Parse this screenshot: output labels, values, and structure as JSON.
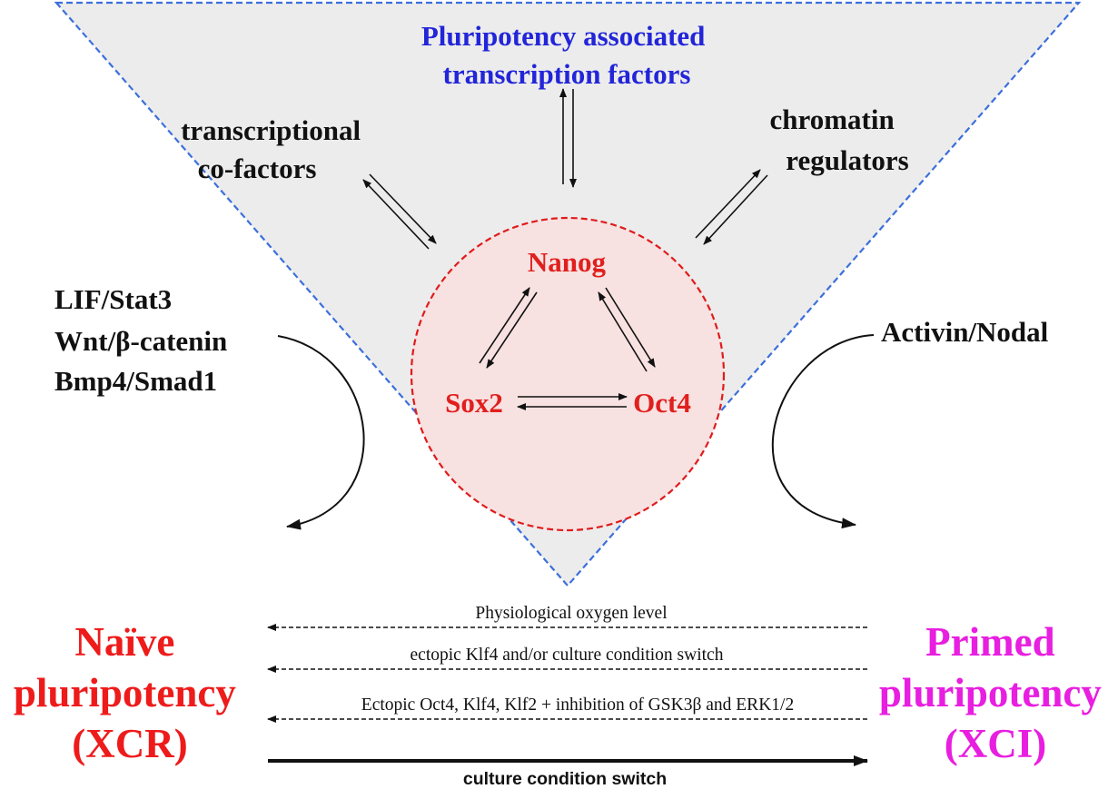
{
  "colors": {
    "triangle_fill": "#ececec",
    "triangle_border": "#3c6fdc",
    "circle_fill": "#f8e1e1",
    "circle_border": "#e01b1b",
    "core_text": "#e0201e",
    "pluripotency_title": "#2225d8",
    "primed": "#e81ee0",
    "naive": "#ee1b1b",
    "black": "#111111"
  },
  "triangle": {
    "pluripotency_factors": [
      "Pluripotency associated",
      "transcription factors"
    ],
    "cofactors": [
      "transcriptional",
      "co-factors"
    ],
    "chromatin": [
      "chromatin",
      "regulators"
    ]
  },
  "core": {
    "nanog": "Nanog",
    "sox2": "Sox2",
    "oct4": "Oct4"
  },
  "signals": {
    "left": [
      "LIF/Stat3",
      "Wnt/β-catenin",
      "Bmp4/Smad1"
    ],
    "right": "Activin/Nodal"
  },
  "states": {
    "naive": [
      "Naïve",
      "pluripotency",
      "(XCR)"
    ],
    "primed": [
      "Primed",
      "pluripotency",
      "(XCI)"
    ]
  },
  "transitions": {
    "reverse": [
      "Physiological oxygen level",
      "ectopic Klf4 and/or culture condition switch",
      "Ectopic Oct4, Klf4, Klf2 + inhibition of  GSK3β and ERK1/2"
    ],
    "forward": "culture condition switch"
  }
}
